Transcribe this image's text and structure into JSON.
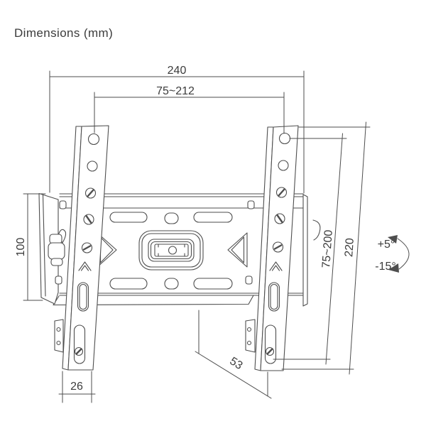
{
  "title": "Dimensions (mm)",
  "colors": {
    "line": "#4e4e4e",
    "text": "#3c3c3c",
    "background": "#ffffff"
  },
  "dimensions": {
    "overall_width": "240",
    "vesa_width_range": "75~212",
    "wall_plate_height": "100",
    "vesa_height_range": "75~200",
    "overall_height": "220",
    "depth": "53",
    "bracket_width": "26"
  },
  "tilt": {
    "up": "+5°",
    "down": "-15°"
  }
}
